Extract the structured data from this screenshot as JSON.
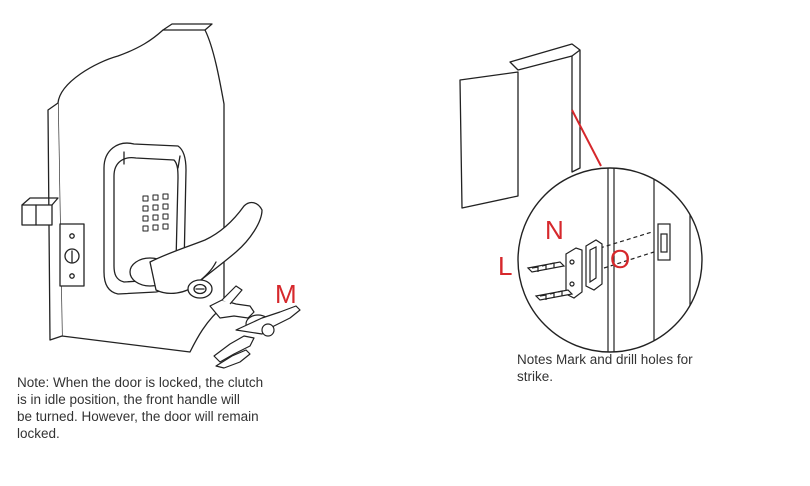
{
  "labels": {
    "m": "M",
    "n": "N",
    "l": "L",
    "o": "O"
  },
  "notes": {
    "left": [
      "Note: When the door is locked, the clutch",
      "is in idle position, the front handle will",
      "be turned. However, the door will remain",
      "locked."
    ],
    "right": [
      "Notes Mark and drill holes for",
      "strike."
    ]
  },
  "colors": {
    "line": "#222222",
    "accent": "#d6282c",
    "text": "#333333"
  }
}
